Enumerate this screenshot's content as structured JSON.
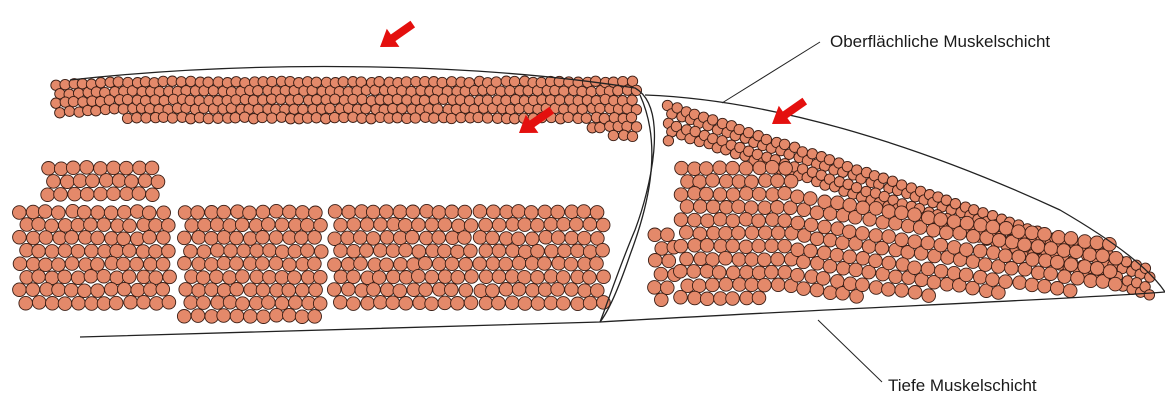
{
  "labels": {
    "superficial": "Oberflächliche Muskelschicht",
    "deep": "Tiefe Muskelschicht"
  },
  "colors": {
    "fiber_fill": "#e4896a",
    "fiber_stroke": "#3a1d14",
    "arrow": "#e4100e",
    "outline": "#222222",
    "background": "#ffffff"
  },
  "arrows": [
    {
      "name": "arrow-top"
    },
    {
      "name": "arrow-middle"
    },
    {
      "name": "arrow-right"
    }
  ]
}
